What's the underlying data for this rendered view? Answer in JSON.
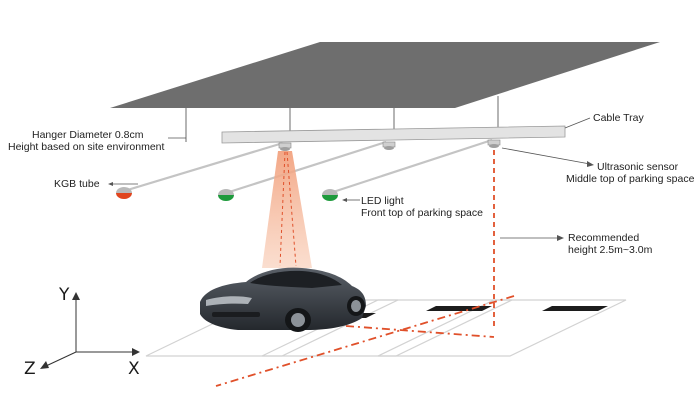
{
  "labels": {
    "hanger_line1": "Hanger Diameter 0.8cm",
    "hanger_line2": "Height based on site environment",
    "kgb_tube": "KGB tube",
    "led_line1": "LED light",
    "led_line2": "Front top of parking space",
    "cable_tray": "Cable Tray",
    "ultrasonic_line1": "Ultrasonic sensor",
    "ultrasonic_line2": "Middle top of parking space",
    "recommended_line1": "Recommended",
    "recommended_line2": "height 2.5m~3.0m"
  },
  "axes": {
    "y": "Y",
    "z": "Z",
    "x": "X"
  },
  "colors": {
    "roof": "#6e6e6e",
    "tray": "#d9d9d9",
    "beam_cone": "#f08a6a",
    "guide_dash": "#e0502a",
    "led_red": "#e0451e",
    "led_green": "#1e9a3c",
    "car_body": "#3a3f45"
  }
}
